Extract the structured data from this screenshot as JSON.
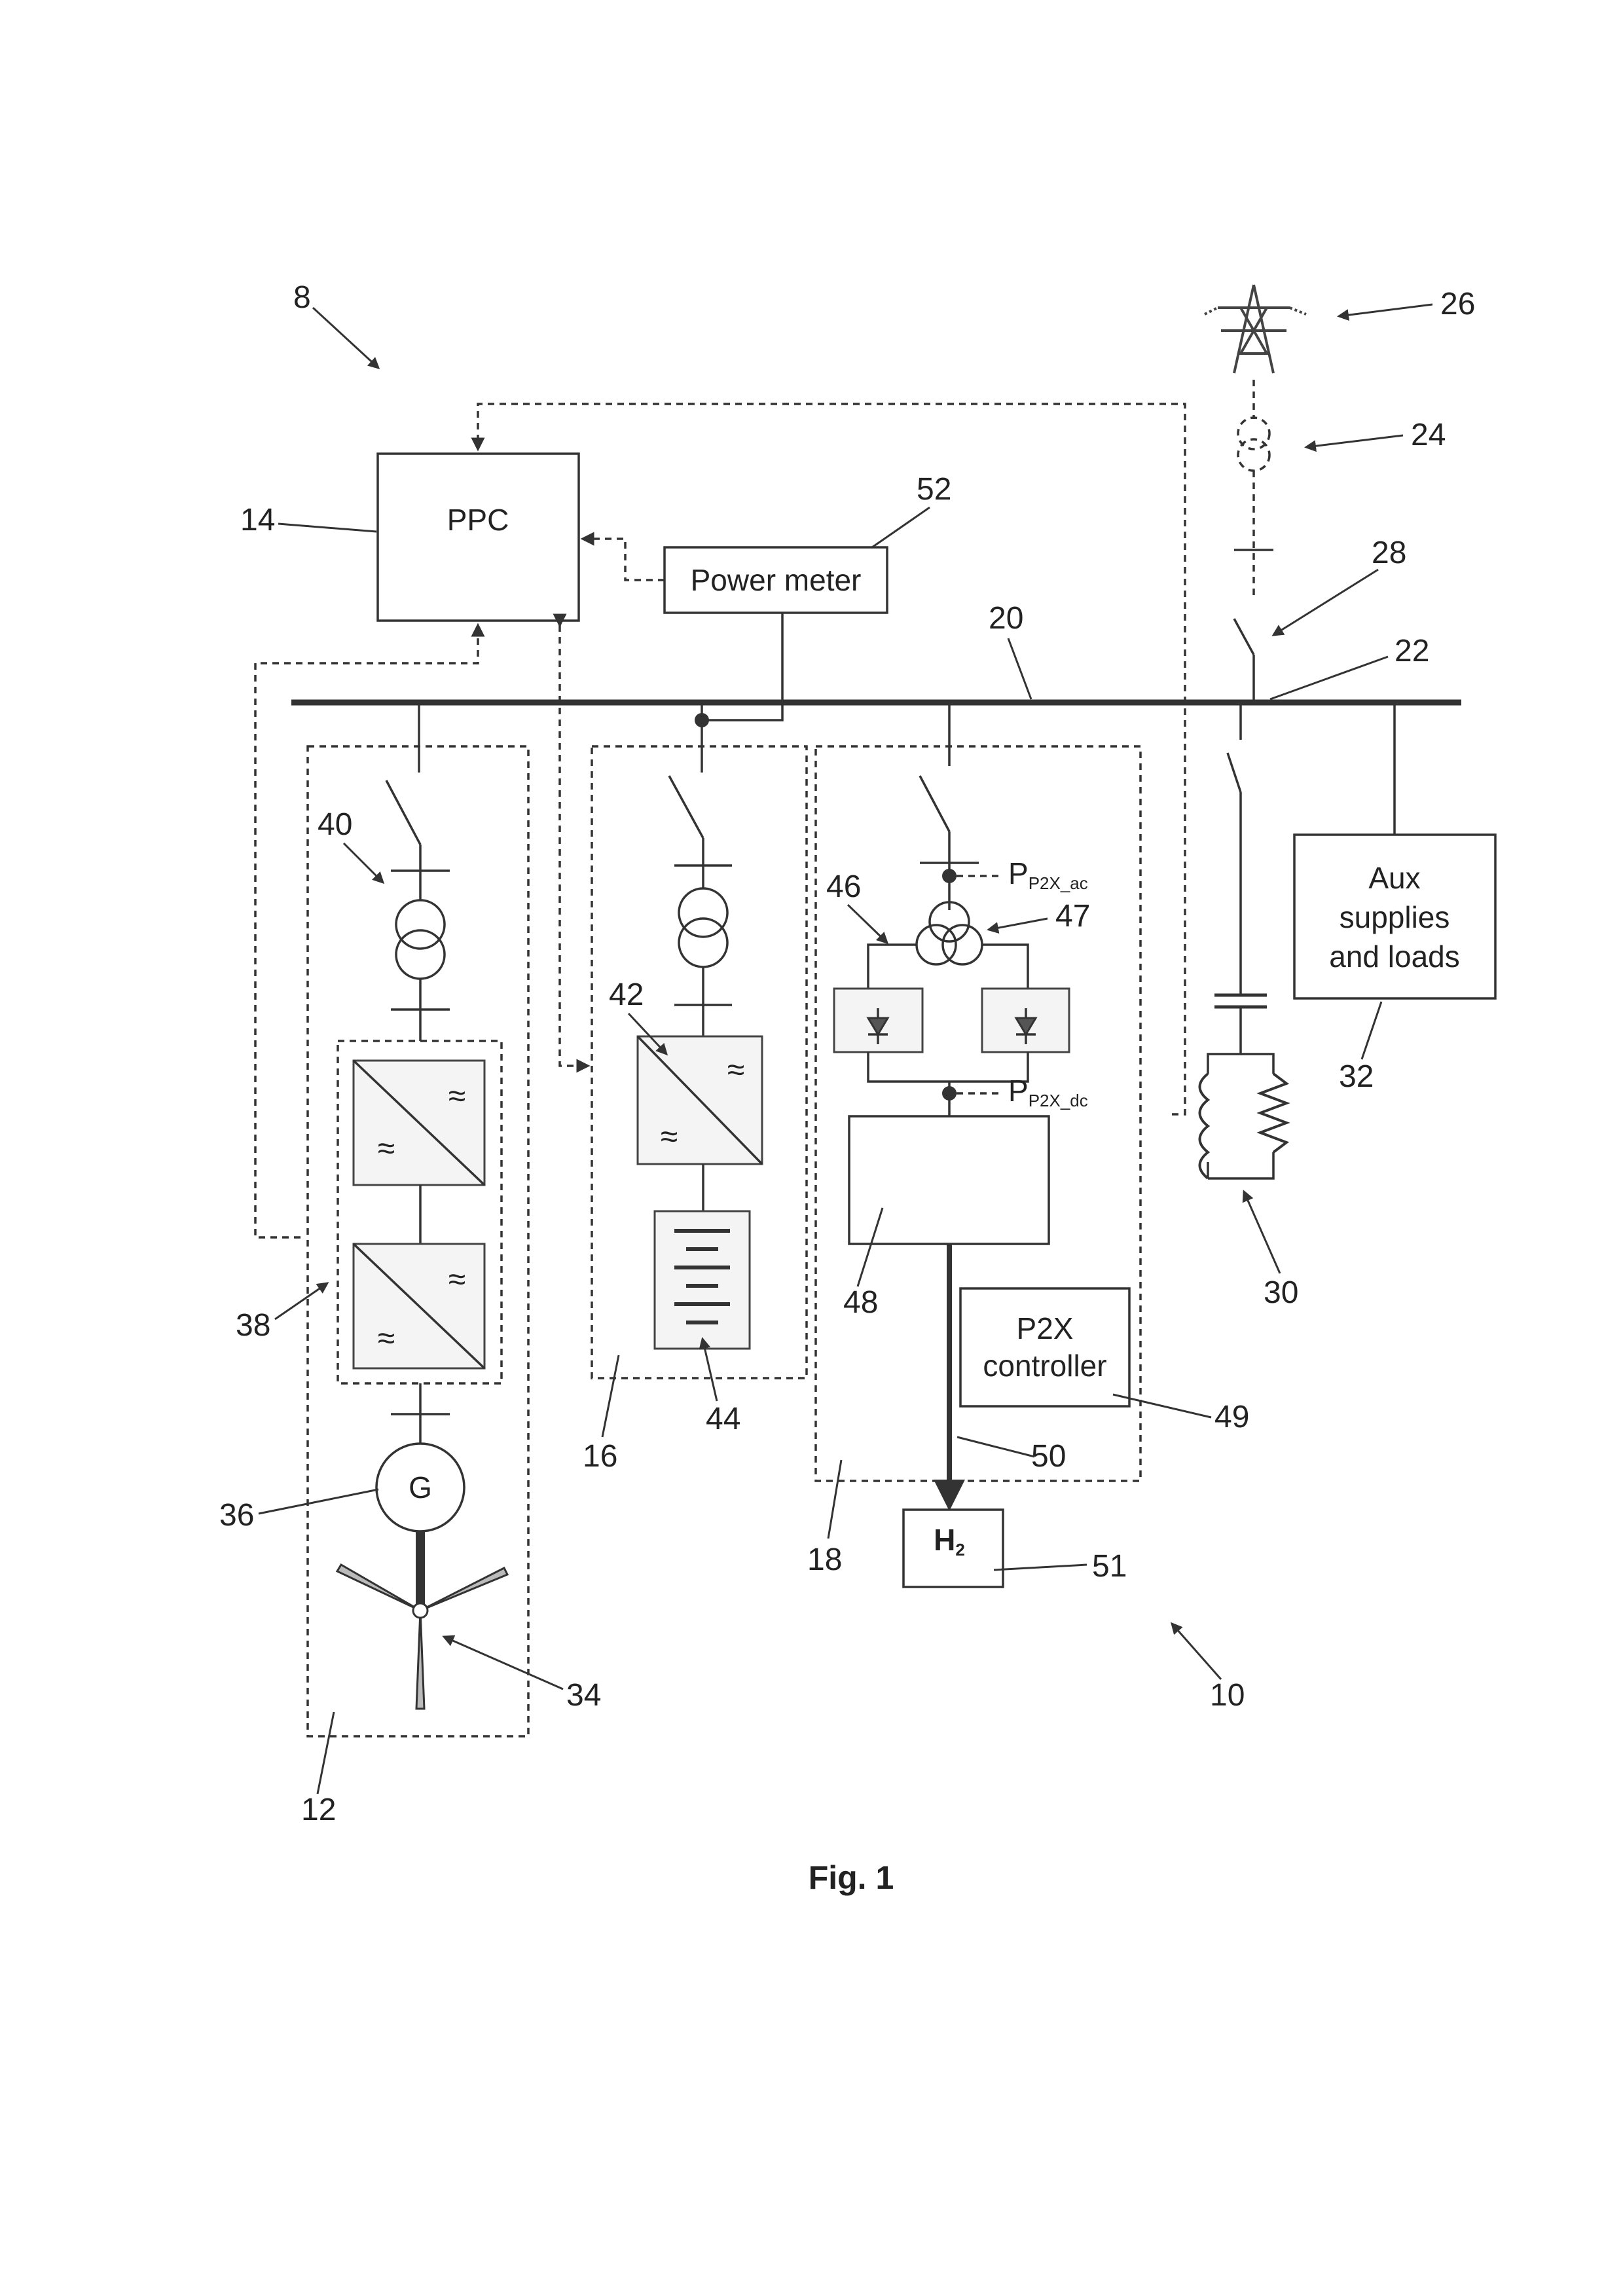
{
  "refs": {
    "r8": "8",
    "r10": "10",
    "r12": "12",
    "r14": "14",
    "r16": "16",
    "r18": "18",
    "r20": "20",
    "r22": "22",
    "r24": "24",
    "r26": "26",
    "r28": "28",
    "r30": "30",
    "r32": "32",
    "r34": "34",
    "r36": "36",
    "r38": "38",
    "r40": "40",
    "r42": "42",
    "r44": "44",
    "r46": "46",
    "r47": "47",
    "r48": "48",
    "r49": "49",
    "r50": "50",
    "r51": "51",
    "r52": "52"
  },
  "labels": {
    "ppc": "PPC",
    "power_meter": "Power meter",
    "aux_1": "Aux",
    "aux_2": "supplies",
    "aux_3": "and loads",
    "p2x_1": "P2X",
    "p2x_2": "controller",
    "h2": "H",
    "h2_sub": "2",
    "generator": "G",
    "p_ac": "P",
    "p_ac_sub": "P2X_ac",
    "p_dc": "P",
    "p_dc_sub": "P2X_dc",
    "approx": "≈"
  },
  "caption": "Fig. 1"
}
